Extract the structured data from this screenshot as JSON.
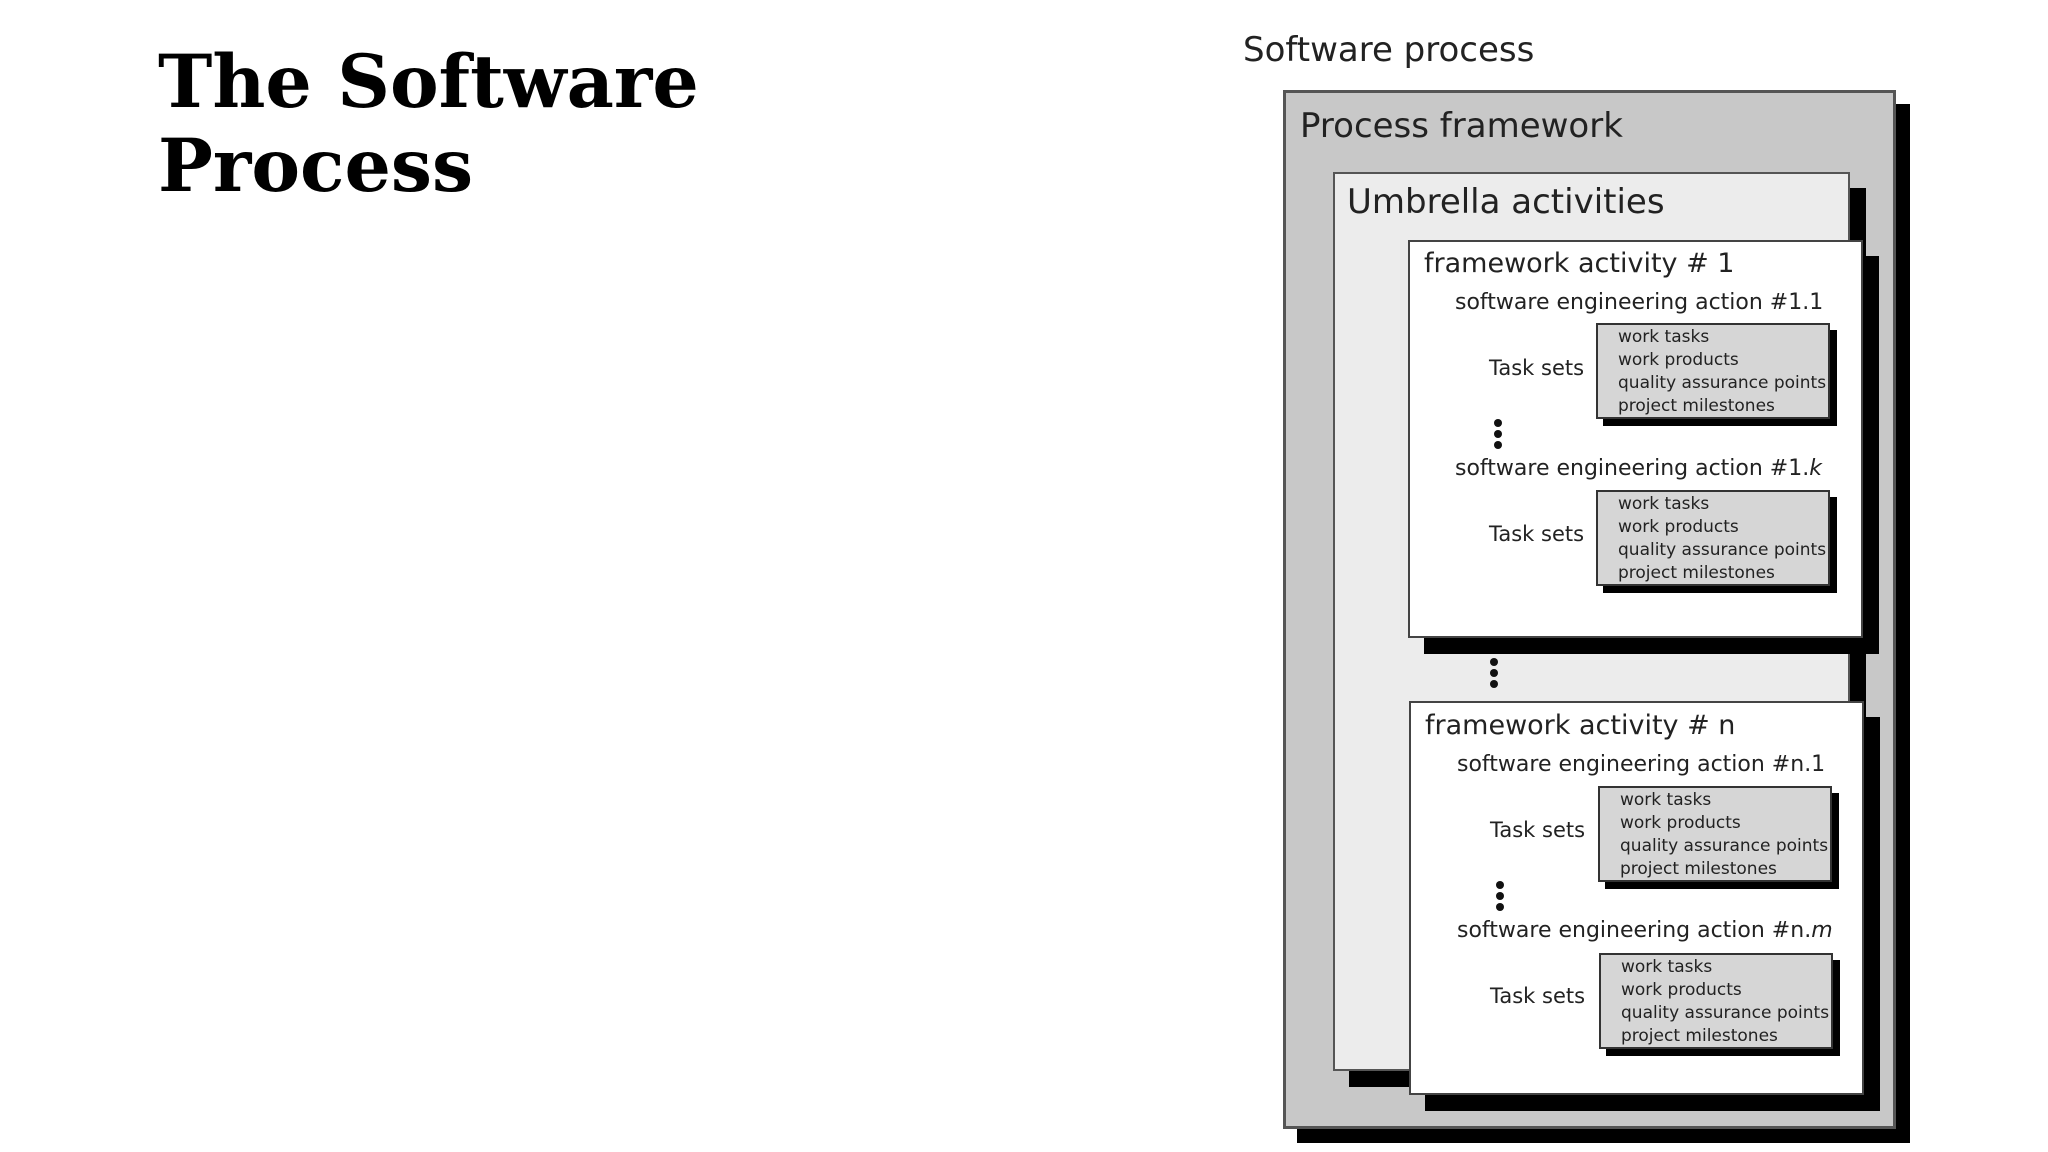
{
  "slide": {
    "title_line1": "The Software",
    "title_line2": "Process"
  },
  "diagram": {
    "title": "Software process",
    "process_framework": "Process framework",
    "umbrella_activities": "Umbrella activities",
    "task_items": [
      "work tasks",
      "work products",
      "quality assurance points",
      "project milestones"
    ],
    "task_sets_label": "Task sets",
    "activity_1": {
      "label": "framework activity # 1",
      "action_a_prefix": "software engineering action #1.1",
      "action_b_prefix": "software engineering action #1.",
      "action_b_italic": "k"
    },
    "activity_n": {
      "label": "framework activity # n",
      "action_a_prefix": "software engineering action #n.1",
      "action_b_prefix": "software engineering action #n.",
      "action_b_italic": "m"
    }
  }
}
